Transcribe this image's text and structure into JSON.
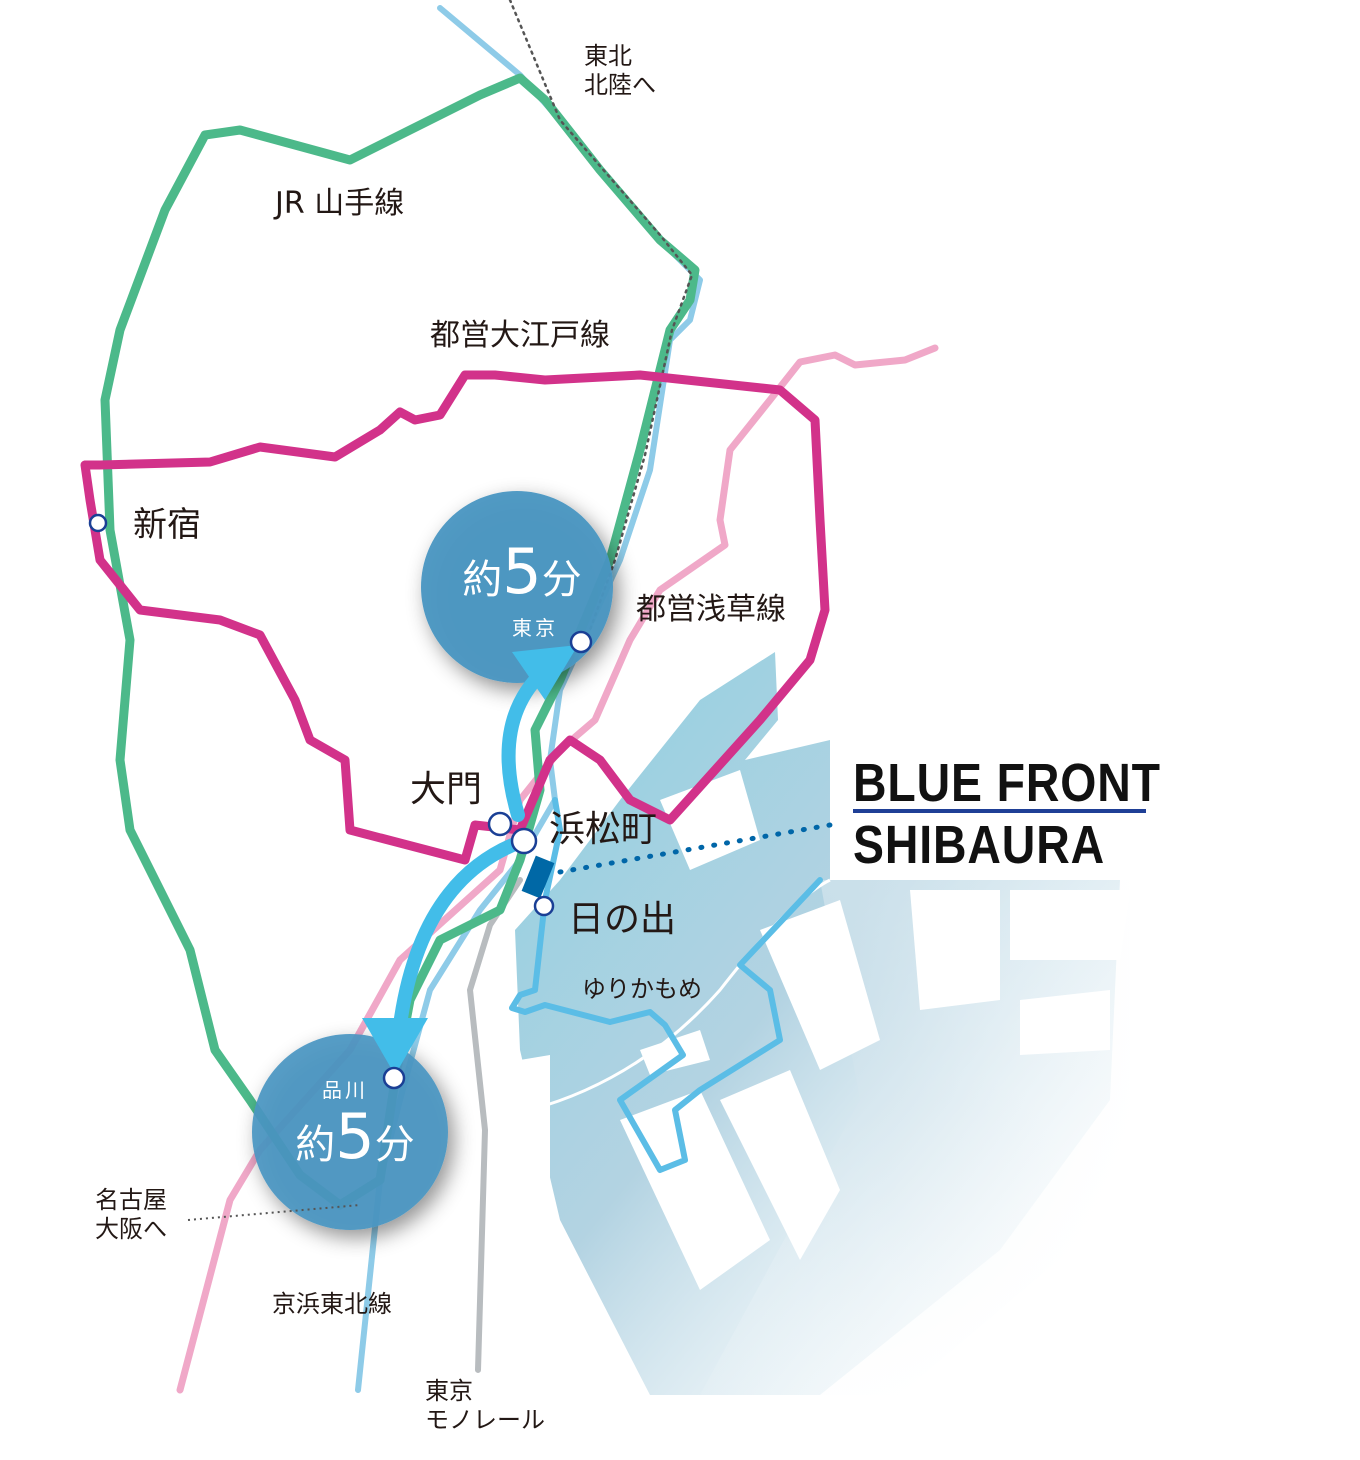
{
  "title": {
    "line1": "BLUE FRONT",
    "line2": "SHIBAURA"
  },
  "lines": {
    "yamanote": "JR 山手線",
    "oedo": "都営大江戸線",
    "asakusa": "都営浅草線",
    "keihin_tohoku": "京浜東北線",
    "yurikamome": "ゆりかもめ",
    "monorail": [
      "東京",
      "モノレール"
    ]
  },
  "directions": {
    "tohoku": [
      "東北",
      "北陸へ"
    ],
    "nagoya": [
      "名古屋",
      "大阪へ"
    ]
  },
  "stations": {
    "shinjuku": "新宿",
    "daimon": "大門",
    "hamamatsucho": "浜松町",
    "hinode": "日の出"
  },
  "travel": [
    {
      "station": "東京",
      "prefix": "約",
      "minutes": "5",
      "unit": "分"
    },
    {
      "station": "品川",
      "prefix": "約",
      "minutes": "5",
      "unit": "分"
    }
  ],
  "colors": {
    "yamanote": "#4cb98a",
    "oedo": "#d2328a",
    "asakusa": "#f0a8c8",
    "keihin": "#8ecbe8",
    "monorail": "#b8bcbf",
    "yurikamome": "#5bbde6",
    "circle": "#4a96c1",
    "arrow": "#42bde9",
    "accent": "#1f3f96"
  }
}
